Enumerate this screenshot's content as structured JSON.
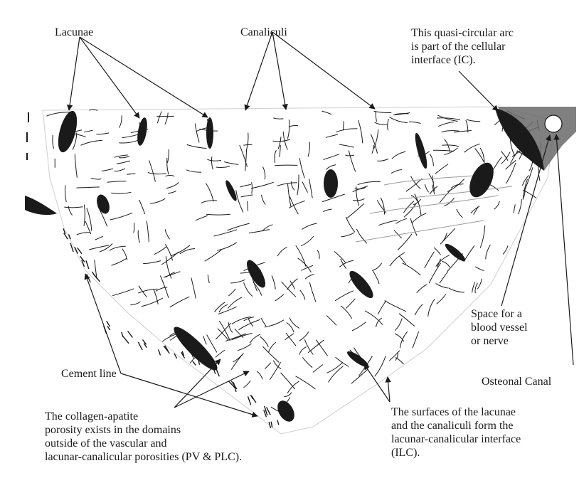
{
  "labels": {
    "lacunae": "Lacunae",
    "canaliculi": "Canaliculi",
    "ic_line1": "This quasi-circular arc",
    "ic_line2": "is part of the cellular",
    "ic_line3": "interface (IC).",
    "space_line1": "Space for a",
    "space_line2": "blood vessel",
    "space_line3": "or nerve",
    "osteonal_canal": "Osteonal Canal",
    "cement_line": "Cement line",
    "collagen_line1": "The collagen-apatite",
    "collagen_line2": "porosity exists in the domains",
    "collagen_line3": "outside of the vascular and",
    "collagen_line4": "lacunar-canalicular porosities (PV & PLC).",
    "ilc_line1": "The surfaces of the lacunae",
    "ilc_line2": "and the canaliculi form the",
    "ilc_line3": "lacunar-canalicular interface",
    "ilc_line4": "(ILC)."
  },
  "colors": {
    "ink": "#1a1a1a",
    "canaliculi_gray": "#9a9a9a",
    "background": "#ffffff"
  }
}
